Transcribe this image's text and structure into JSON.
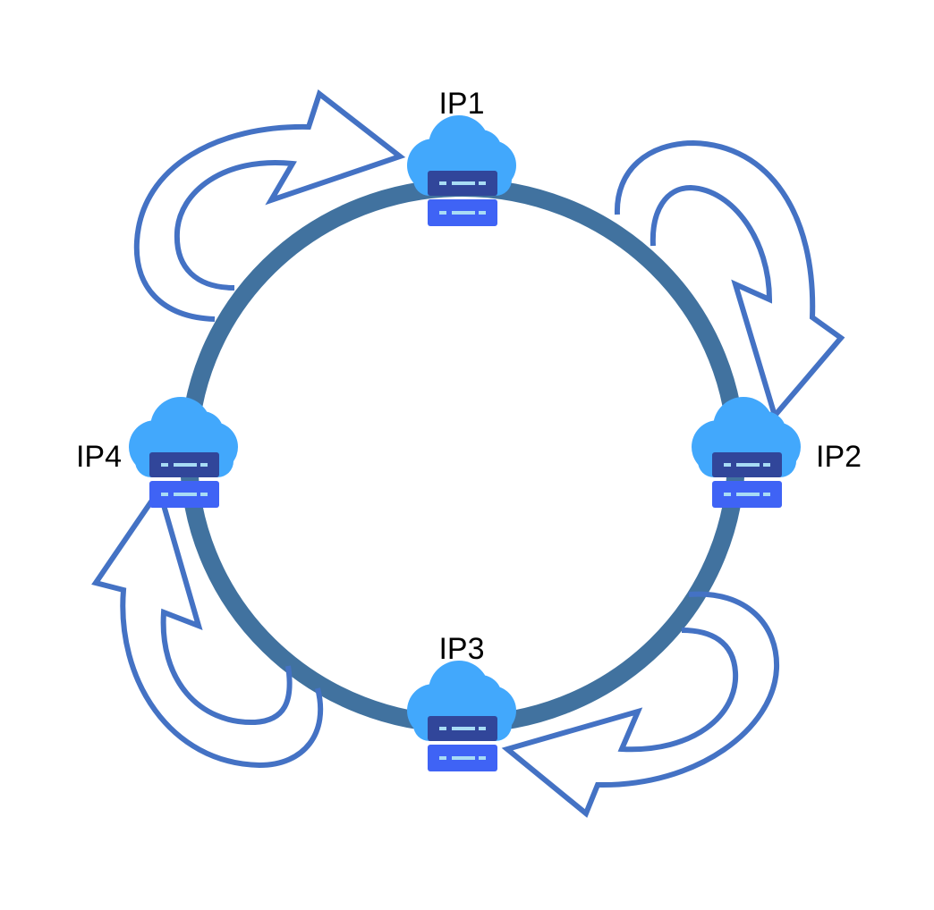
{
  "colors": {
    "ring": "#41729f",
    "arrow_stroke": "#4472c4",
    "cloud": "#42a8fc",
    "server_top": "#31469a",
    "server_bottom": "#3f63f5",
    "server_slot": "#a8dcf5",
    "label": "#000000",
    "background": "#ffffff"
  },
  "icons": {
    "node": "cloud-server-icon",
    "flow": "curved-arrow-icon"
  },
  "nodes": [
    {
      "id": "ip1",
      "label": "IP1"
    },
    {
      "id": "ip2",
      "label": "IP2"
    },
    {
      "id": "ip3",
      "label": "IP3"
    },
    {
      "id": "ip4",
      "label": "IP4"
    }
  ]
}
